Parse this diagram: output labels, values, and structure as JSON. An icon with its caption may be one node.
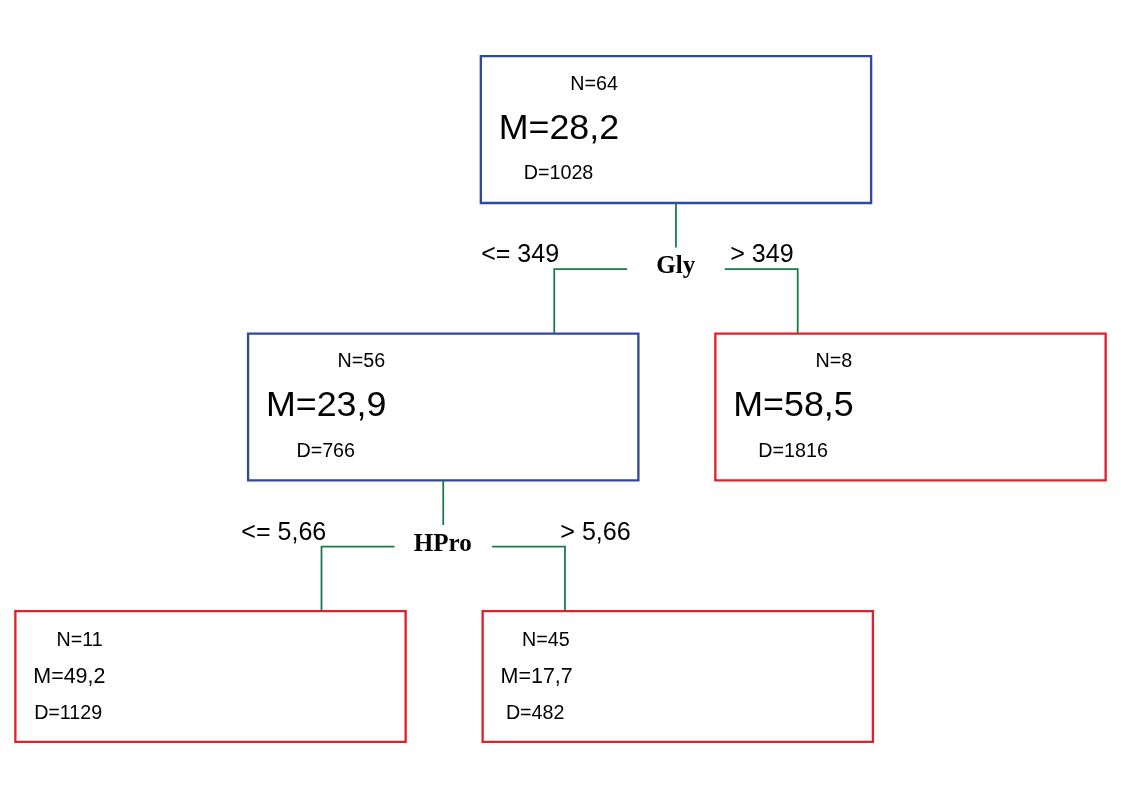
{
  "diagram": {
    "nodes": [
      {
        "text": [
          "N=64",
          "M=28,2",
          "D=1028"
        ]
      },
      {
        "text": [
          "Gly"
        ]
      },
      {
        "text": [
          "N=56",
          "M=23,9",
          "D=766"
        ]
      },
      {
        "text": [
          "N=8",
          "M=58,5",
          "D=1816"
        ]
      },
      {
        "text": [
          "HPro"
        ]
      },
      {
        "text": [
          "N=11",
          "M=49,2",
          "D=1129"
        ]
      },
      {
        "text": [
          "N=45",
          "M=17,7",
          "D=482"
        ]
      }
    ],
    "edges": [
      {
        "from": 0,
        "to": 1,
        "arrow": "none"
      },
      {
        "from": 1,
        "to": 2,
        "arrow": "none",
        "label": "<= 349"
      },
      {
        "from": 1,
        "to": 3,
        "arrow": "none",
        "label": "> 349"
      },
      {
        "from": 2,
        "to": 4,
        "arrow": "none"
      },
      {
        "from": 4,
        "to": 5,
        "arrow": "none",
        "label": "<= 5,66"
      },
      {
        "from": 4,
        "to": 6,
        "arrow": "none",
        "label": "> 5,66"
      }
    ]
  }
}
